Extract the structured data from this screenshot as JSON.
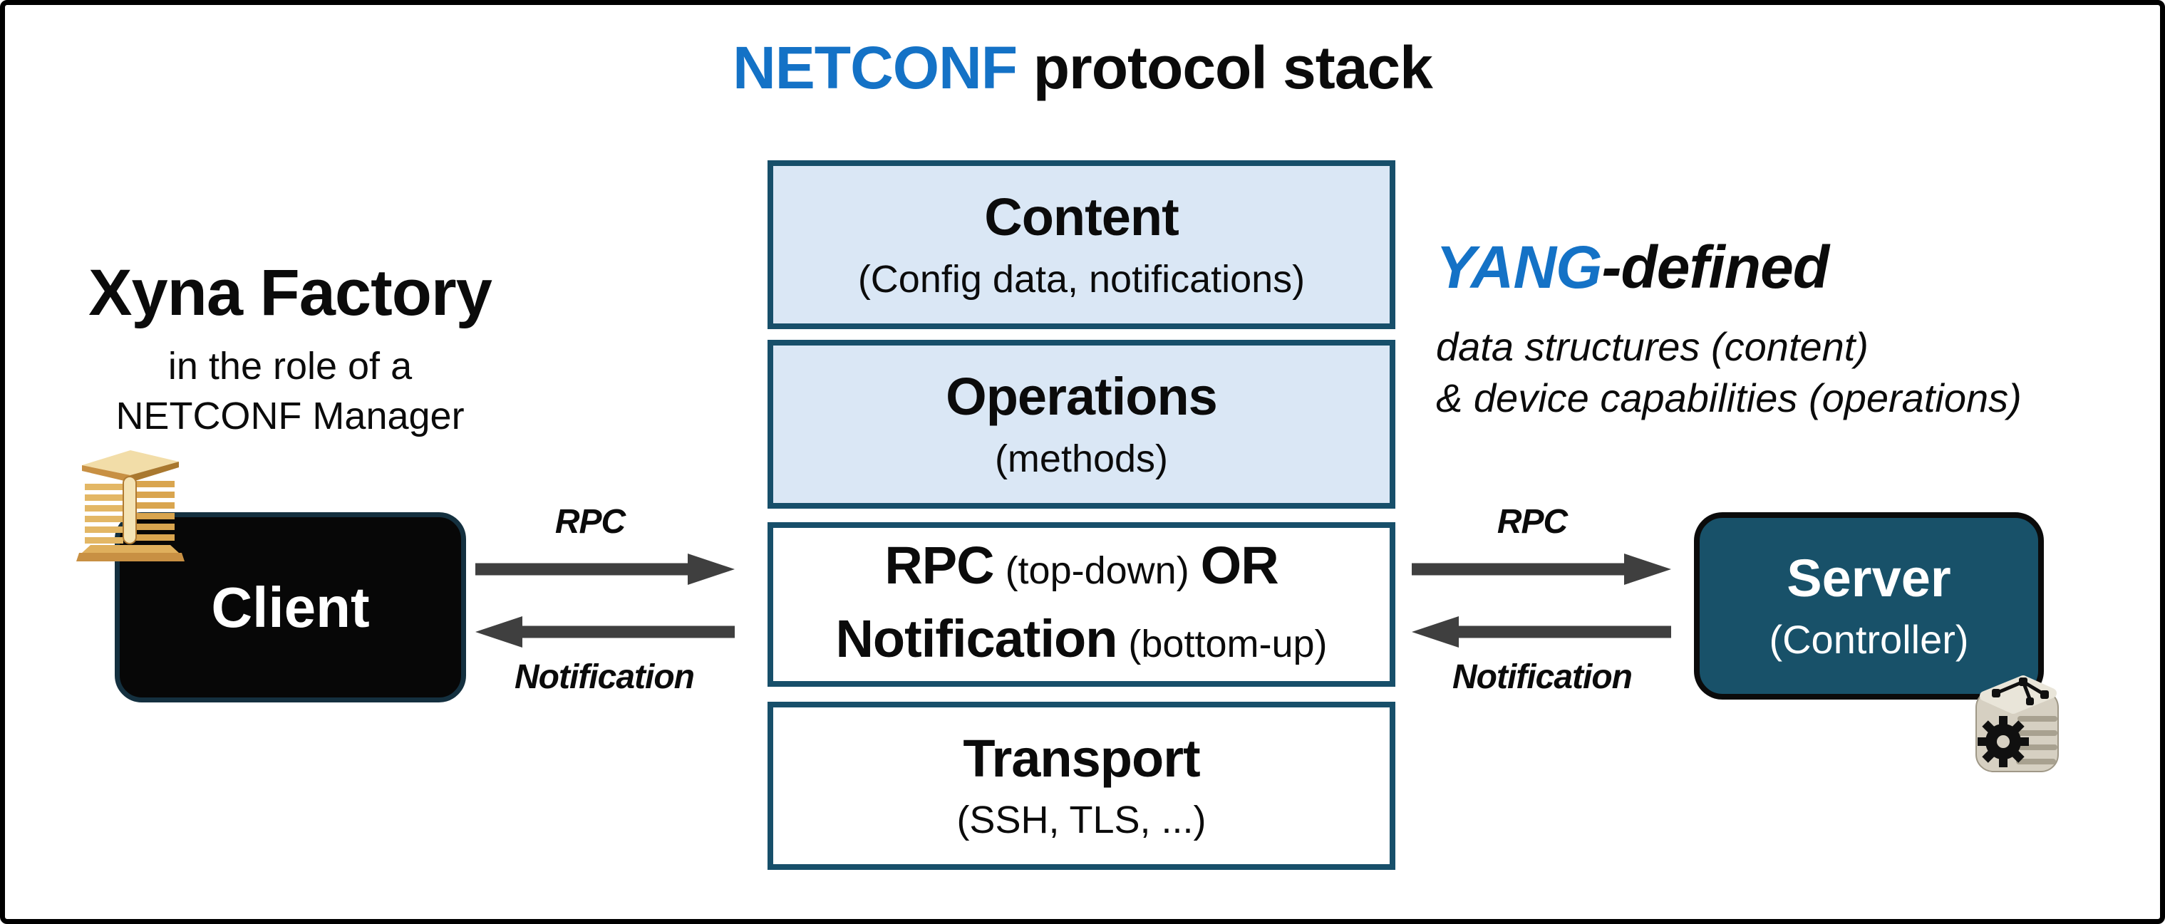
{
  "title": {
    "brand": "NETCONF",
    "rest": "protocol stack"
  },
  "left": {
    "heading": "Xyna Factory",
    "role_line1": "in the role of a",
    "role_line2": "NETCONF Manager",
    "client_label": "Client",
    "logo_icon": "xyna-factory-building-icon"
  },
  "stack": {
    "layers": [
      {
        "title": "Content",
        "subtitle": "(Config data, notifications)"
      },
      {
        "title": "Operations",
        "subtitle": "(methods)"
      },
      {
        "rpc": "RPC",
        "rpc_note": "(top-down)",
        "or": "OR",
        "notification": "Notification",
        "notification_note": "(bottom-up)"
      },
      {
        "title": "Transport",
        "subtitle": "(SSH, TLS, ...)"
      }
    ]
  },
  "flows": {
    "left": {
      "rpc": "RPC",
      "notification": "Notification"
    },
    "right": {
      "rpc": "RPC",
      "notification": "Notification"
    }
  },
  "right": {
    "yang": "YANG",
    "defined": "-defined",
    "line1": "data structures (content)",
    "line2": "& device capabilities (operations)",
    "server_label": "Server",
    "server_sub": "(Controller)",
    "server_icon": "server-gear-stack-icon"
  },
  "colors": {
    "accent_blue": "#1472C6",
    "box_border": "#174F6A",
    "box_fill_light": "#DAE7F5",
    "server_fill": "#185169",
    "client_fill": "#070707",
    "client_border": "#14303F",
    "arrow_gray": "#3F3F3F"
  }
}
